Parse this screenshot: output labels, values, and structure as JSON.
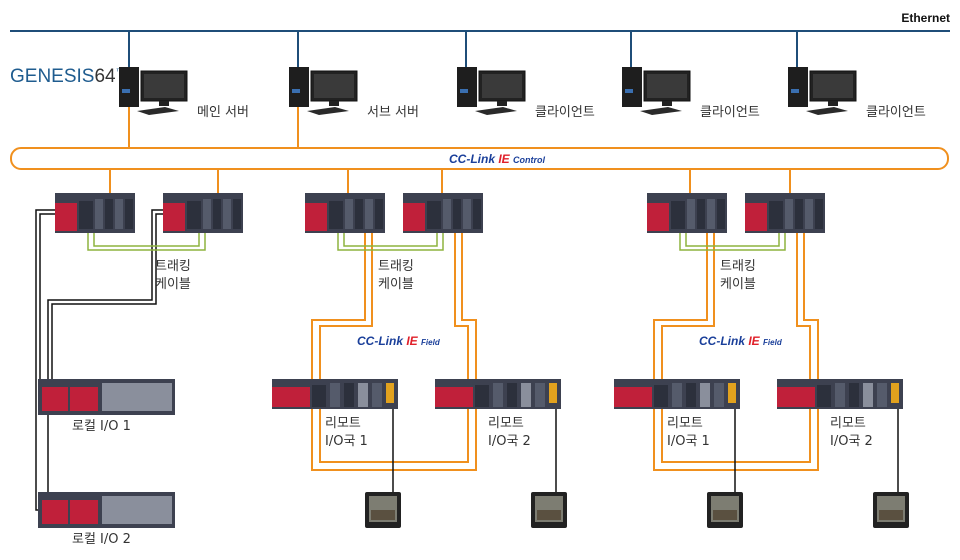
{
  "network": {
    "ethernet_label": "Ethernet",
    "logo": {
      "brand": "GENESIS",
      "version": "64",
      "tm": "™"
    },
    "computers": [
      {
        "label": "메인 서버"
      },
      {
        "label": "서브 서버"
      },
      {
        "label": "클라이언트"
      },
      {
        "label": "클라이언트"
      },
      {
        "label": "클라이언트"
      }
    ],
    "control_network": {
      "prefix": "CC-Link",
      "ie": "IE",
      "suffix": "Control"
    },
    "field_network": {
      "prefix": "CC-Link",
      "ie": "IE",
      "suffix": "Field"
    },
    "tracking_cable": {
      "line1": "트래킹",
      "line2": "케이블"
    },
    "local_io": [
      {
        "label": "로컬 I/O 1"
      },
      {
        "label": "로컬 I/O 2"
      }
    ],
    "remote_io": {
      "line1": "리모트",
      "station1": "I/O국 1",
      "station2": "I/O국 2"
    }
  },
  "colors": {
    "ethernet": "#1f4e79",
    "cc_link": "#f0901e",
    "tracking": "#8db43e",
    "plc_red": "#c0203a"
  }
}
